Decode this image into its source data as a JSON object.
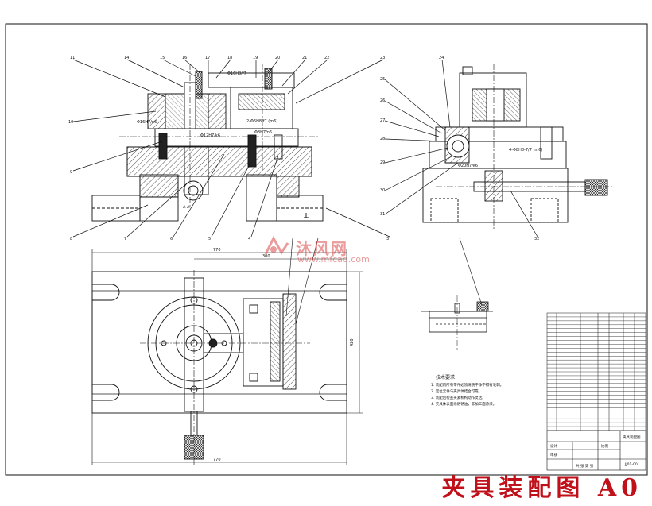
{
  "caption": "夹具装配图 A0",
  "watermark": {
    "name": "沐风网",
    "url": "www.mfcad.com"
  },
  "dimension_labels": {
    "fit_a": "Φ16H8/f7",
    "fit_b": "2-Φ6H8/f7 (m6)",
    "fit_c": "Φ8H7/n6",
    "fit_d": "Φ16H7/n6",
    "fit_e": "Φ12H7/k6",
    "fit_f": "4-Φ8H8-7/7 (m6)",
    "fit_g": "Φ20H7/k6",
    "plan_width": "770",
    "plan_inner": "300",
    "plan_height": "420",
    "section_label": "A-A"
  },
  "tech_requirements": {
    "title": "技术要求",
    "lines": [
      "1. 装配前所有零件必须清洗干净不得有毛刺。",
      "2. 定位元件与夹具体结合可靠。",
      "3. 装配后检查夹紧机构动作灵活。",
      "4. 夹具体表面涂防锈油，非加工面涂漆。"
    ]
  },
  "title_block": {
    "drawing_name": "夹具装配图",
    "drawing_no": "JJ01-00",
    "scale_label": "比例",
    "sheet_label": "共 张 第 张",
    "designer_label": "设计",
    "checker_label": "审核"
  }
}
